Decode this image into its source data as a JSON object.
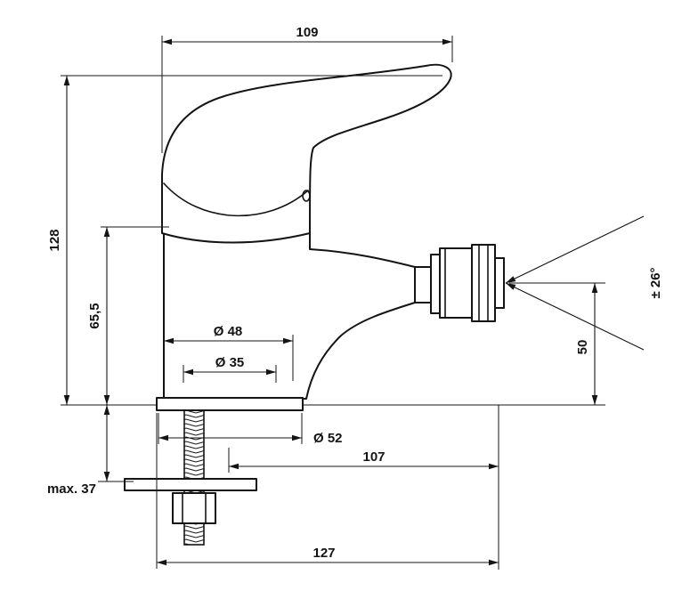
{
  "drawing": {
    "kind": "technical dimension drawing",
    "colors": {
      "line": "#141414",
      "background": "#ffffff"
    },
    "dims": {
      "w109": "109",
      "h128": "128",
      "h65": "65,5",
      "d48": "Ø 48",
      "d35": "Ø 35",
      "d52": "Ø 52",
      "l107": "107",
      "l127": "127",
      "h50": "50",
      "angle": "± 26°",
      "max37": "max. 37"
    }
  }
}
